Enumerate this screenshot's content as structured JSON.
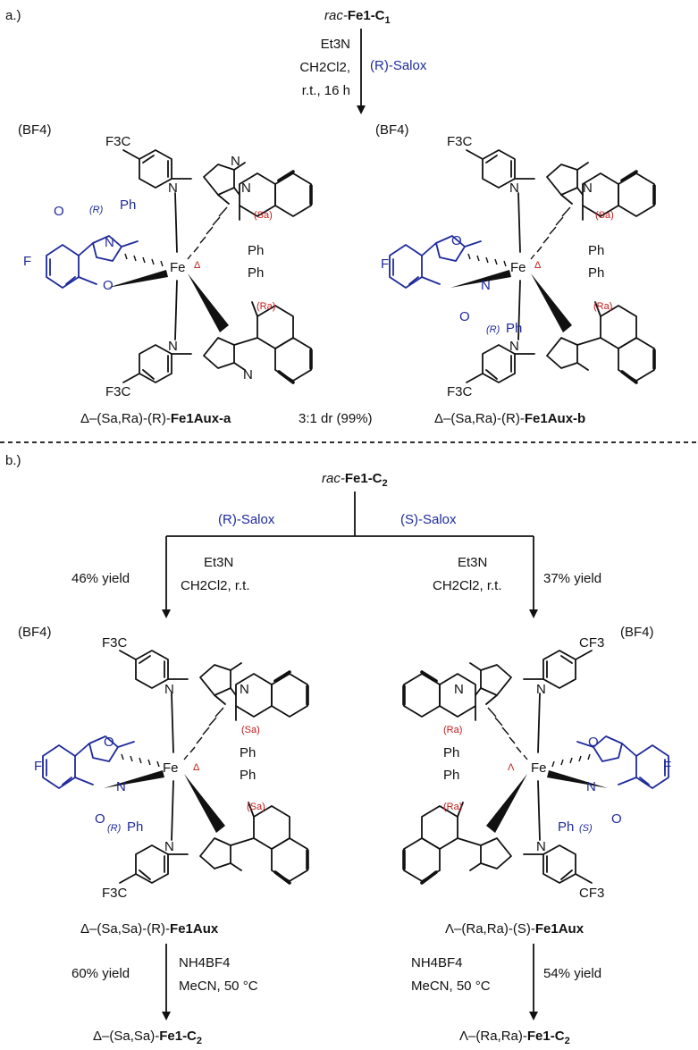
{
  "panel_a": {
    "label": "a.)",
    "start": {
      "prefix": "rac-",
      "name": "Fe1-C",
      "sub": "1"
    },
    "reagent_1": "Et3N",
    "reagent_2": "CH2Cl2,",
    "reagent_3": "r.t., 16 h",
    "aux": "(R)-Salox",
    "counterion": "(BF4)",
    "product_a": {
      "prefix": "Δ–(Sa,Ra)-(R)-",
      "name": "Fe1Aux-a"
    },
    "product_b": {
      "prefix": "Δ–(Sa,Ra)-(R)-",
      "name": "Fe1Aux-b"
    },
    "ratio": "3:1 dr (99%)"
  },
  "panel_b": {
    "label": "b.)",
    "start": {
      "prefix": "rac-",
      "name": "Fe1-C",
      "sub": "2"
    },
    "aux_left": "(R)-Salox",
    "aux_right": "(S)-Salox",
    "yield_left": "46% yield",
    "yield_right": "37% yield",
    "cond_1": "Et3N",
    "cond_2": "CH2Cl2, r.t.",
    "counterion": "(BF4)",
    "product_left": {
      "prefix": "Δ–(Sa,Sa)-(R)-",
      "name": "Fe1Aux"
    },
    "product_right": {
      "prefix": "Λ–(Ra,Ra)-(S)-",
      "name": "Fe1Aux"
    },
    "step2_cond_1": "NH4BF4",
    "step2_cond_2": "MeCN, 50 °C",
    "step2_yield_left": "60% yield",
    "step2_yield_right": "54% yield",
    "final_left": {
      "prefix": "Δ–(Sa,Sa)-",
      "name": "Fe1-C",
      "sub": "2"
    },
    "final_right": {
      "prefix": "Λ–(Ra,Ra)-",
      "name": "Fe1-C",
      "sub": "2"
    }
  },
  "atoms": {
    "fe": "Fe",
    "n": "N",
    "o": "O",
    "f": "F",
    "ph": "Ph",
    "cf3": "CF3",
    "f3c": "F3C",
    "delta": "Δ",
    "lambda": "Λ",
    "r": "(R)",
    "s": "(S)",
    "sa": "(Sa)",
    "ra": "(Ra)"
  },
  "colors": {
    "aux": "#1f2a9a",
    "stereo": "#c21a1a",
    "ink": "#111111"
  }
}
